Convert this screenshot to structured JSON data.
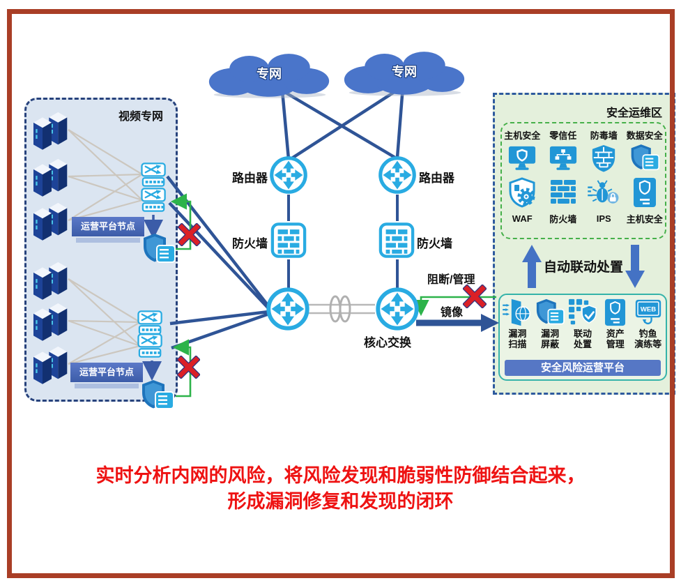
{
  "clouds": [
    {
      "label": "专网"
    },
    {
      "label": "专网"
    }
  ],
  "video_network": {
    "title": "视频专网",
    "node_banners": [
      {
        "label": "运营平台节点"
      },
      {
        "label": "运营平台节点"
      }
    ]
  },
  "core_network": {
    "router_left_label": "路由器",
    "router_right_label": "路由器",
    "firewall_left_label": "防火墙",
    "firewall_right_label": "防火墙",
    "core_switch_label": "核心交换",
    "block_manage_label": "阻断/管理",
    "mirror_label": "镜像"
  },
  "security_zone": {
    "title": "安全运维区",
    "protection_grid": {
      "top_row": [
        {
          "label": "主机安全",
          "icon": "monitor-shield-icon"
        },
        {
          "label": "零信任",
          "icon": "monitor-network-icon"
        },
        {
          "label": "防毒墙",
          "icon": "shield-bricks-icon"
        },
        {
          "label": "数据安全",
          "icon": "shield-server-icon"
        }
      ],
      "bottom_row": [
        {
          "label": "WAF",
          "icon": "shield-gear-icon"
        },
        {
          "label": "防火墙",
          "icon": "brick-wall-icon"
        },
        {
          "label": "IPS",
          "icon": "bug-lock-icon"
        },
        {
          "label": "主机安全",
          "icon": "badge-shield-icon"
        }
      ]
    },
    "auto_linkage_label": "自动联动处置",
    "platform": {
      "items": [
        {
          "label": "漏洞\n扫描",
          "icon": "vuln-scan-icon"
        },
        {
          "label": "漏洞\n屏蔽",
          "icon": "vuln-shield-icon"
        },
        {
          "label": "联动\n处置",
          "icon": "linkage-shield-check-icon"
        },
        {
          "label": "资产\n管理",
          "icon": "asset-badge-icon"
        },
        {
          "label": "钓鱼\n演练等",
          "icon": "web-phishing-icon"
        }
      ],
      "web_icon_text": "WEB",
      "banner": "安全风险运营平台"
    }
  },
  "caption": {
    "line1": "实时分析内网的风险，将风险发现和脆弱性防御结合起来，",
    "line2": "形成漏洞修复和发现的闭环"
  },
  "colors": {
    "frame_red": "#a93e26",
    "cloud_blue": "#4a75ca",
    "line_navy": "#2f5496",
    "icon_cyan": "#29abe2",
    "icon_blue": "#2196d6",
    "green": "#2db34a",
    "red_x": "#db2026",
    "caption_red": "#ee1212",
    "banner_blue": "#5677c5",
    "left_zone_fill": "#dbe5f1",
    "right_zone_fill": "#e4f0dc"
  }
}
